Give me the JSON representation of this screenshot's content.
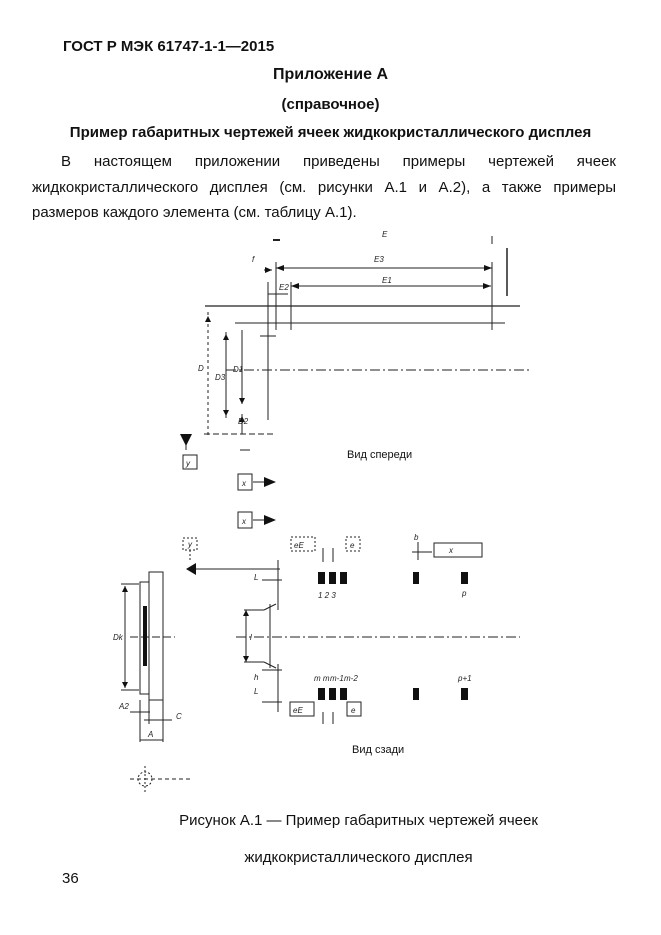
{
  "header": {
    "standard": "ГОСТ Р МЭК 61747-1-1—2015"
  },
  "appendix": {
    "title": "Приложение А",
    "subtitle": "(справочное)",
    "section_title": "Пример габаритных чертежей ячеек жидкокристаллического дисплея",
    "paragraph": "В настоящем приложении приведены примеры чертежей ячеек жидкокристаллического дисплея (см. рисунки А.1 и А.2), а также примеры размеров каждого элемента (см. таблицу А.1)."
  },
  "figure": {
    "view_front": "Вид спереди",
    "view_back": "Вид сзади",
    "labels": {
      "E": "E",
      "E3": "E3",
      "E1": "E1",
      "E2": "E2",
      "f": "f",
      "D": "D",
      "D3": "D3",
      "D1": "D1",
      "D2": "D2",
      "y": "y",
      "x": "x",
      "eE": "eE",
      "e": "e",
      "b": "b",
      "L": "L",
      "l": "l",
      "h": "h",
      "Dk": "Dk",
      "A2": "A2",
      "A": "A",
      "C": "C",
      "pins_top": "1  2  3",
      "p": "p",
      "pins_bottom_m": "m  m",
      "pins_bottom_m1": "m-1",
      "pins_bottom_m2": "m-2",
      "p1": "p+1"
    },
    "caption_line1": "Рисунок А.1 — Пример габаритных чертежей ячеек",
    "caption_line2": "жидкокристаллического дисплея"
  },
  "page": {
    "number": "36"
  }
}
